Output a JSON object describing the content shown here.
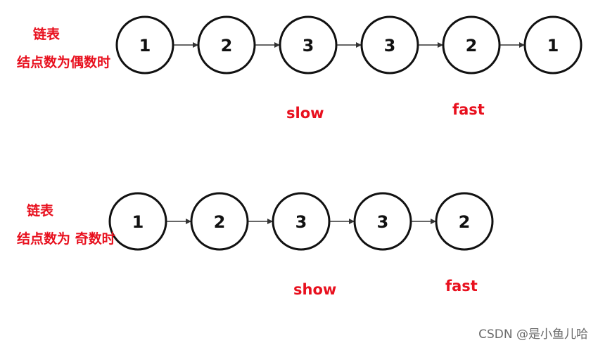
{
  "lists": [
    {
      "caption_line1": "链表",
      "caption_line2": "结点数为偶数时",
      "nodes": [
        "1",
        "2",
        "3",
        "3",
        "2",
        "1"
      ],
      "slow_label": "slow",
      "fast_label": "fast"
    },
    {
      "caption_line1": "链表",
      "caption_line2": "结点数为 奇数时",
      "nodes": [
        "1",
        "2",
        "3",
        "3",
        "2"
      ],
      "slow_label": "show",
      "fast_label": "fast"
    }
  ],
  "watermark": "CSDN @是小鱼儿哈",
  "colors": {
    "annotation": "#e8101e",
    "node_stroke": "#111111",
    "watermark": "#6b6b6b"
  }
}
